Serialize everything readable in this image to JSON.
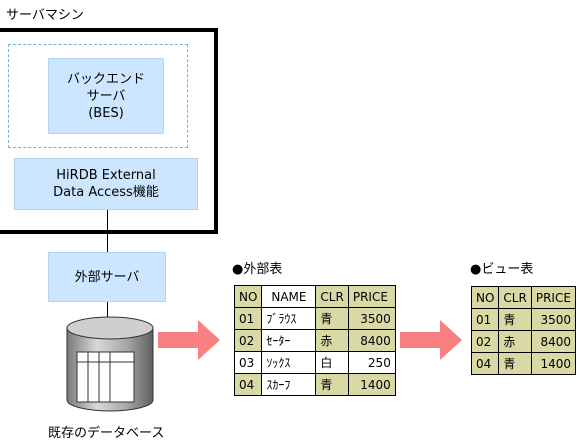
{
  "server_machine": {
    "label": "サーバマシン"
  },
  "bes_box": {
    "line1": "バックエンド",
    "line2": "サーバ",
    "line3": "(BES)"
  },
  "hirdb_box": {
    "line1": "HiRDB External",
    "line2": "Data Access機能"
  },
  "foreign_server_box": {
    "label": "外部サーバ"
  },
  "database": {
    "label": "既存のデータベース"
  },
  "external_table": {
    "title": "●外部表",
    "headers": [
      "NO",
      "NAME",
      "CLR",
      "PRICE"
    ],
    "rows": [
      [
        "01",
        "ﾌﾞﾗｳｽ",
        "青",
        "3500"
      ],
      [
        "02",
        "ｾｰﾀｰ",
        "赤",
        "8400"
      ],
      [
        "03",
        "ｿｯｸｽ",
        "白",
        "250"
      ],
      [
        "04",
        "ｽｶｰﾌ",
        "青",
        "1400"
      ]
    ]
  },
  "view_table": {
    "title": "●ビュー表",
    "headers": [
      "NO",
      "CLR",
      "PRICE"
    ],
    "rows": [
      [
        "01",
        "青",
        "3500"
      ],
      [
        "02",
        "赤",
        "8400"
      ],
      [
        "04",
        "青",
        "1400"
      ]
    ]
  },
  "colors": {
    "box_fill": "#cce6ff",
    "table_fill": "#d9d9a6",
    "arrow": "#f98080",
    "dashed_border": "#6fb3d9"
  }
}
